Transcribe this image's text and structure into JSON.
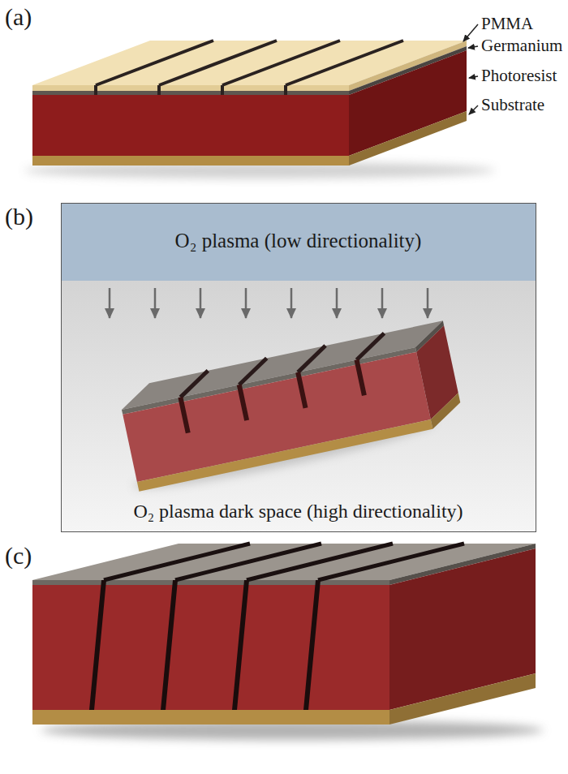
{
  "diagram": {
    "nodes": [
      {
        "text": [
          "O₂ plasma dark space (high directionality)"
        ]
      },
      {
        "text": [
          "O₂ plasma (low directionality)"
        ],
        "in": 0
      }
    ],
    "labels": [
      "(a)",
      "PMMA",
      "Germanium",
      "Photoresist",
      "Substrate",
      "(b)",
      "(c)"
    ]
  }
}
